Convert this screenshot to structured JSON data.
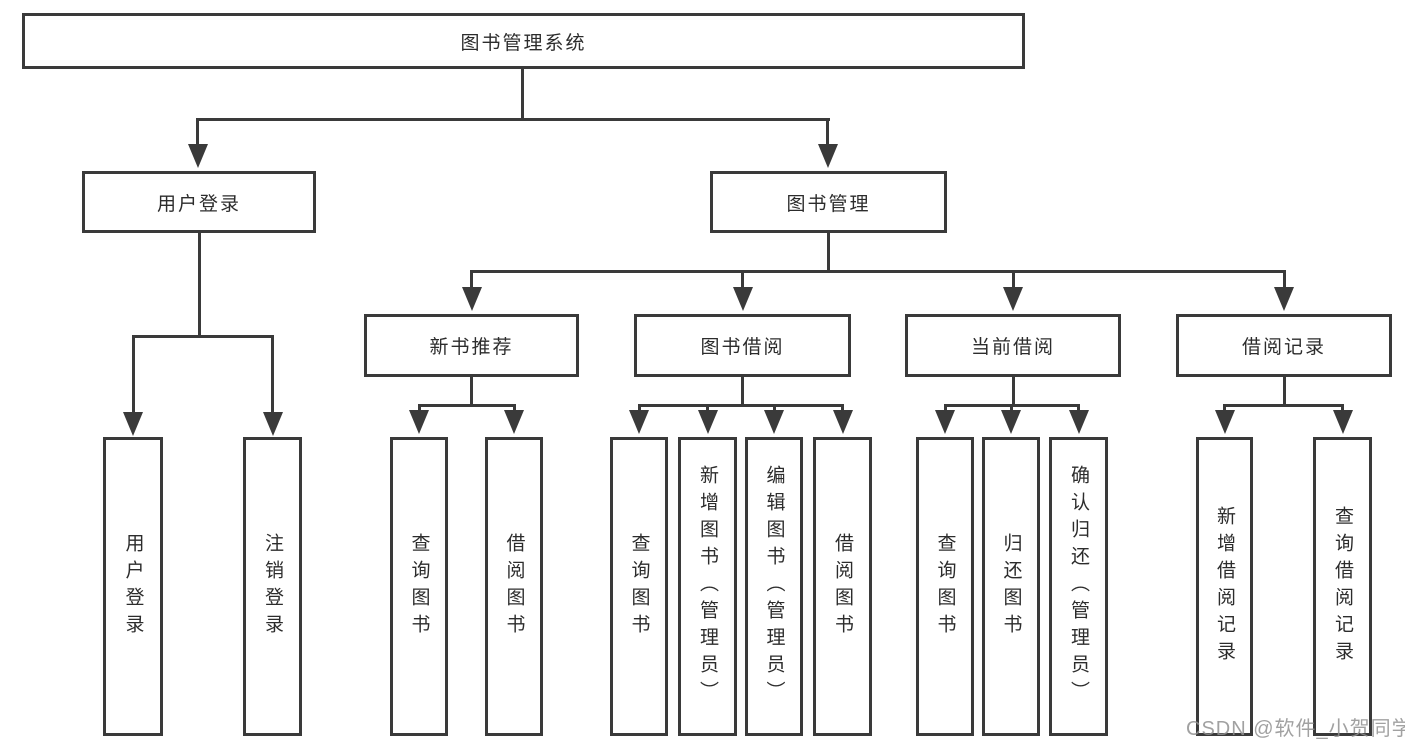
{
  "tree": {
    "root": {
      "label": "图书管理系统",
      "children": [
        {
          "label": "用户登录",
          "children": [
            {
              "label": "用户登录"
            },
            {
              "label": "注销登录"
            }
          ]
        },
        {
          "label": "图书管理",
          "children": [
            {
              "label": "新书推荐",
              "children": [
                {
                  "label": "查询图书"
                },
                {
                  "label": "借阅图书"
                }
              ]
            },
            {
              "label": "图书借阅",
              "children": [
                {
                  "label": "查询图书"
                },
                {
                  "label": "新增图书（管理员）"
                },
                {
                  "label": "编辑图书（管理员）"
                },
                {
                  "label": "借阅图书"
                }
              ]
            },
            {
              "label": "当前借阅",
              "children": [
                {
                  "label": "查询图书"
                },
                {
                  "label": "归还图书"
                },
                {
                  "label": "确认归还（管理员）"
                }
              ]
            },
            {
              "label": "借阅记录",
              "children": [
                {
                  "label": "新增借阅记录"
                },
                {
                  "label": "查询借阅记录"
                }
              ]
            }
          ]
        }
      ]
    }
  },
  "watermark": "CSDN @软件_小贺同学",
  "colors": {
    "line": "#3a3a3a",
    "text": "#2c2c2c",
    "watermark": "#919191",
    "background": "#ffffff"
  }
}
